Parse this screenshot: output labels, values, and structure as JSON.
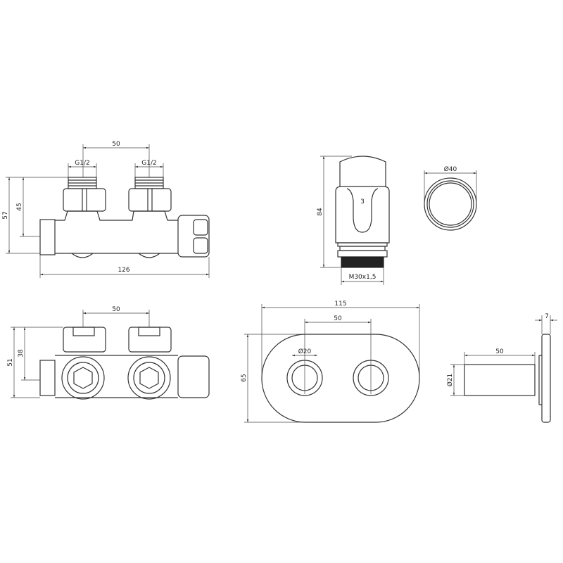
{
  "drawing": {
    "front_view": {
      "pitch": "50",
      "thread_left": "G1/2",
      "thread_right": "G1/2",
      "height_total": "57",
      "height_axis": "45",
      "length": "126"
    },
    "thermostat_head": {
      "height": "84",
      "thread": "M30x1,5",
      "scale_mark": "3",
      "diameter": "Ø40"
    },
    "top_view": {
      "pitch": "50",
      "height_total": "51",
      "height_axis": "38"
    },
    "cover_plate": {
      "width": "115",
      "hole_pitch": "50",
      "hole_diameter": "Ø20",
      "height": "65"
    },
    "side_view": {
      "sleeve_length": "50",
      "sleeve_diameter": "Ø21",
      "plate_thickness": "7"
    }
  }
}
